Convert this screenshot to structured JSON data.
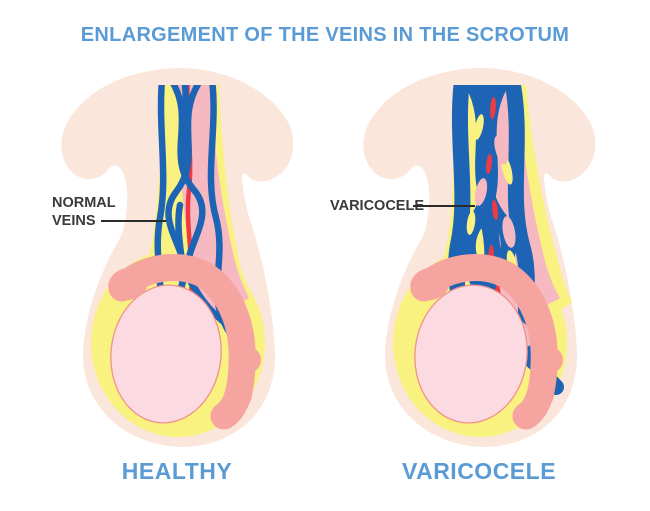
{
  "title": "ENLARGEMENT OF THE VEINS IN THE SCROTUM",
  "annotations": {
    "normal_veins": "NORMAL VEINS",
    "varicocele": "VARICOCELE"
  },
  "captions": {
    "healthy": "HEALTHY",
    "varicocele": "VARICOCELE"
  },
  "colors": {
    "background": "#FFFFFF",
    "title_blue": "#5B9BD5",
    "caption_blue": "#5B9BD5",
    "label_text": "#3A3A3A",
    "pointer_line": "#2B2B2B",
    "skin": "#FBE6DB",
    "fat_yellow": "#F9F180",
    "cord_pink": "#F7B9C1",
    "artery_red": "#EE3B43",
    "vein_blue": "#1D64B4",
    "epididymis_salmon": "#F5A49F",
    "testis_fill": "#FBDBE1",
    "testis_outline": "#F0928B"
  }
}
